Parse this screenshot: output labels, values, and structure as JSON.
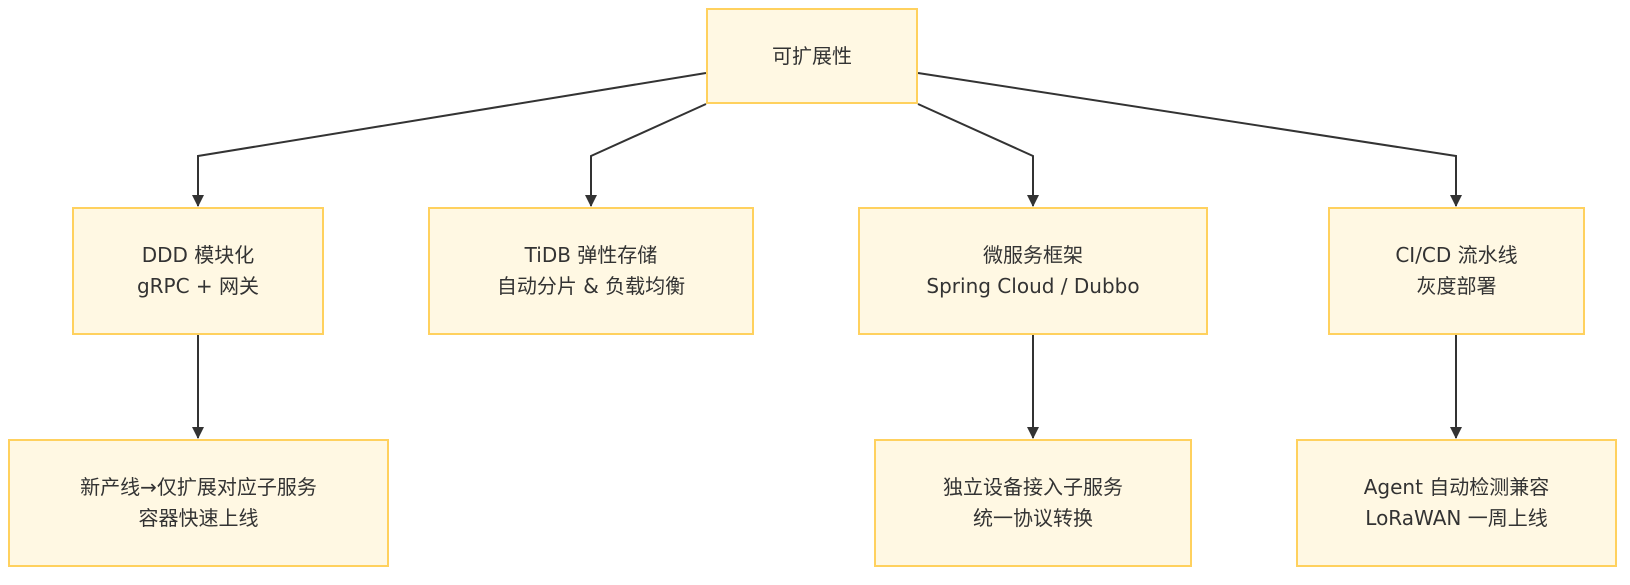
{
  "diagram": {
    "root": {
      "line1": "可扩展性"
    },
    "nodes": {
      "ddd": {
        "line1": "DDD 模块化",
        "line2": "gRPC + 网关"
      },
      "tidb": {
        "line1": "TiDB 弹性存储",
        "line2": "自动分片 & 负载均衡"
      },
      "micro": {
        "line1": "微服务框架",
        "line2": "Spring Cloud / Dubbo"
      },
      "cicd": {
        "line1": "CI/CD 流水线",
        "line2": "灰度部署"
      }
    },
    "children": {
      "ddd": {
        "line1": "新产线→仅扩展对应子服务",
        "line2": "容器快速上线"
      },
      "micro": {
        "line1": "独立设备接入子服务",
        "line2": "统一协议转换"
      },
      "cicd": {
        "line1": "Agent 自动检测兼容",
        "line2": "LoRaWAN 一周上线"
      }
    },
    "edges": [
      {
        "from": "可扩展性",
        "to": "DDD 模块化"
      },
      {
        "from": "可扩展性",
        "to": "TiDB 弹性存储"
      },
      {
        "from": "可扩展性",
        "to": "微服务框架"
      },
      {
        "from": "可扩展性",
        "to": "CI/CD 流水线"
      },
      {
        "from": "DDD 模块化",
        "to": "新产线→仅扩展对应子服务"
      },
      {
        "from": "微服务框架",
        "to": "独立设备接入子服务"
      },
      {
        "from": "CI/CD 流水线",
        "to": "Agent 自动检测兼容"
      }
    ],
    "colors": {
      "node_fill": "#fff8e3",
      "node_border": "#ffd15e",
      "edge": "#333333",
      "text": "#333333"
    }
  }
}
